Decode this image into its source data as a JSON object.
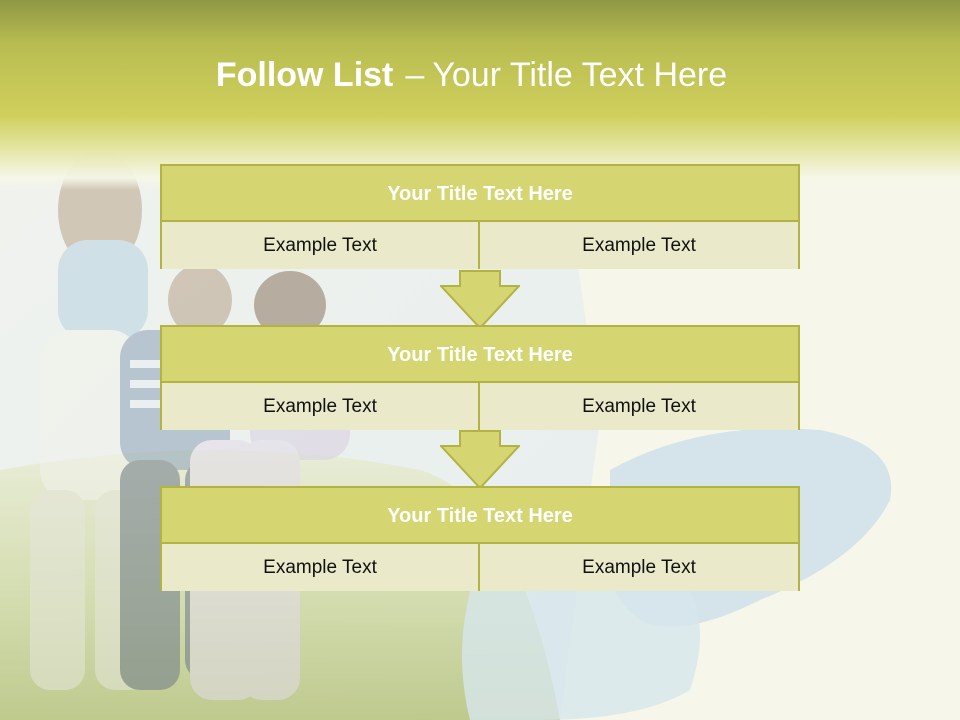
{
  "slide": {
    "title_bold": "Follow List",
    "title_separator": "–",
    "title_rest": "Your Title Text Here"
  },
  "blocks": [
    {
      "title": "Your Title Text Here",
      "left": "Example Text",
      "right": "Example Text"
    },
    {
      "title": "Your Title Text Here",
      "left": "Example Text",
      "right": "Example Text"
    },
    {
      "title": "Your Title Text Here",
      "left": "Example Text",
      "right": "Example Text"
    }
  ],
  "colors": {
    "header_band": "#cfcf5c",
    "block_header": "#d5d571",
    "block_cell": "#eaeacb",
    "block_border": "#b2b342",
    "arrow_fill": "#d5d571"
  },
  "icons": {
    "connector": "down-arrow-icon"
  }
}
